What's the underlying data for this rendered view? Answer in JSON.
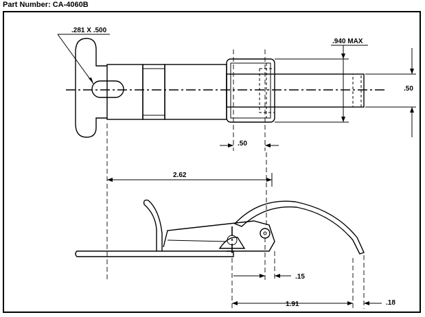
{
  "title": {
    "part_number": "Part Number: CA-4060B"
  },
  "dimensions": {
    "slot": ".281 X .500",
    "max_width": ".940 MAX",
    "half_width": ".50",
    "hook_width": ".50",
    "overall_length": "2.62",
    "hinge_offset": ".15",
    "hook_reach": "1.91",
    "tip_offset": ".18"
  }
}
